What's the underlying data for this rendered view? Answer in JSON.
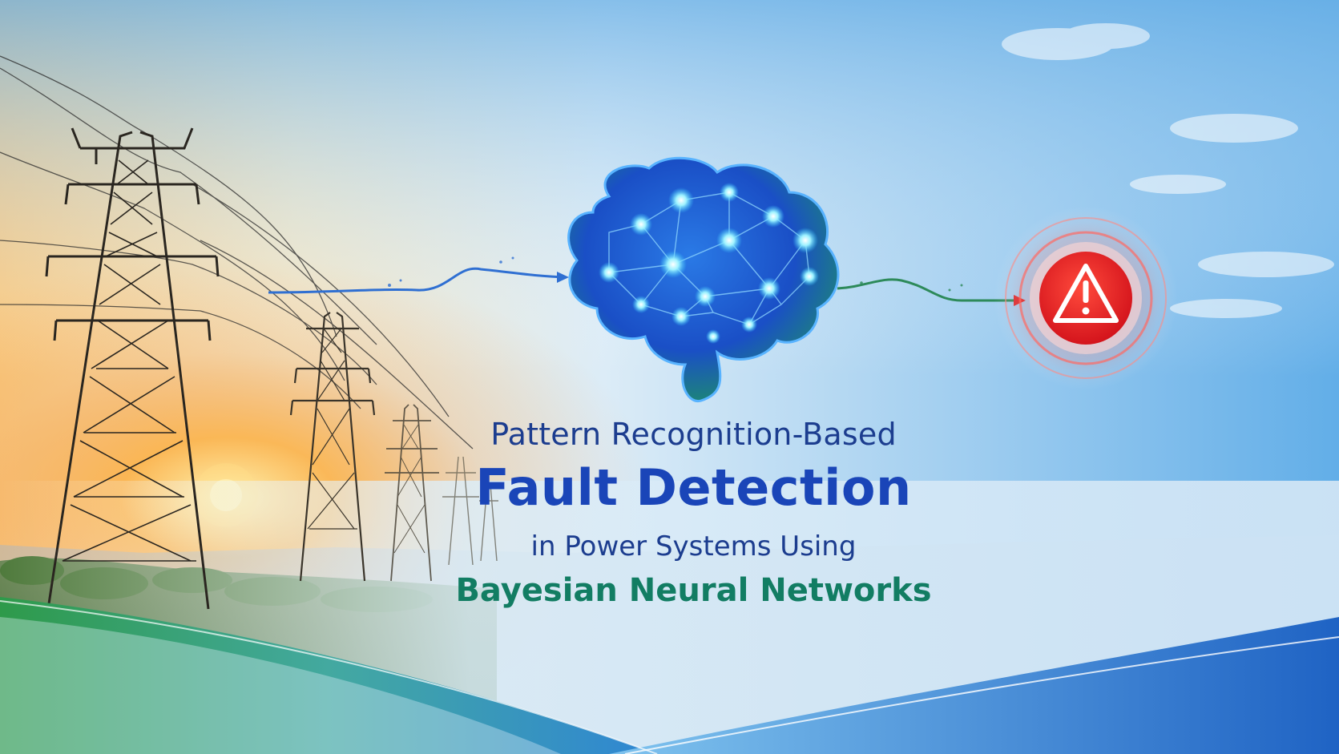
{
  "title": {
    "line1": "Pattern Recognition-Based",
    "line2": "Fault Detection",
    "line3": "in Power Systems Using",
    "line4": "Bayesian Neural Networks"
  },
  "icons": [
    "transmission-tower-icon",
    "brain-network-icon",
    "warning-alert-icon"
  ],
  "colors": {
    "sky_top": "#5da9e6",
    "sunset": "#f7b24a",
    "title_blue": "#1a45b8",
    "title_green": "#127d63",
    "alert_red": "#e8262a"
  }
}
